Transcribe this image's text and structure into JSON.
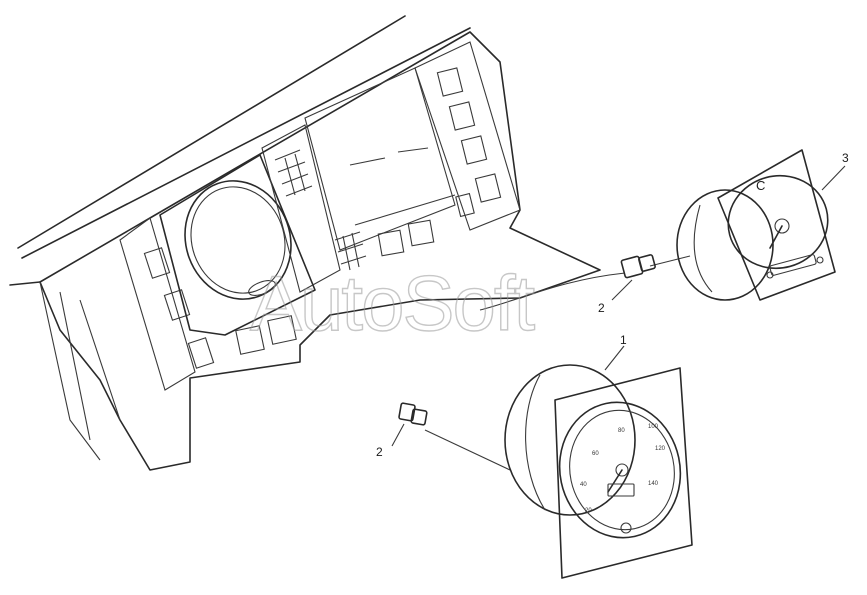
{
  "callouts": [
    {
      "id": "1",
      "label": "1"
    },
    {
      "id": "2a",
      "label": "2"
    },
    {
      "id": "2b",
      "label": "2"
    },
    {
      "id": "3",
      "label": "3"
    }
  ],
  "gauge": {
    "temp_mark": "C"
  },
  "speedometer": {
    "ticks": [
      "20",
      "40",
      "60",
      "80",
      "100",
      "120",
      "140"
    ]
  },
  "watermark": "AutoSoft"
}
